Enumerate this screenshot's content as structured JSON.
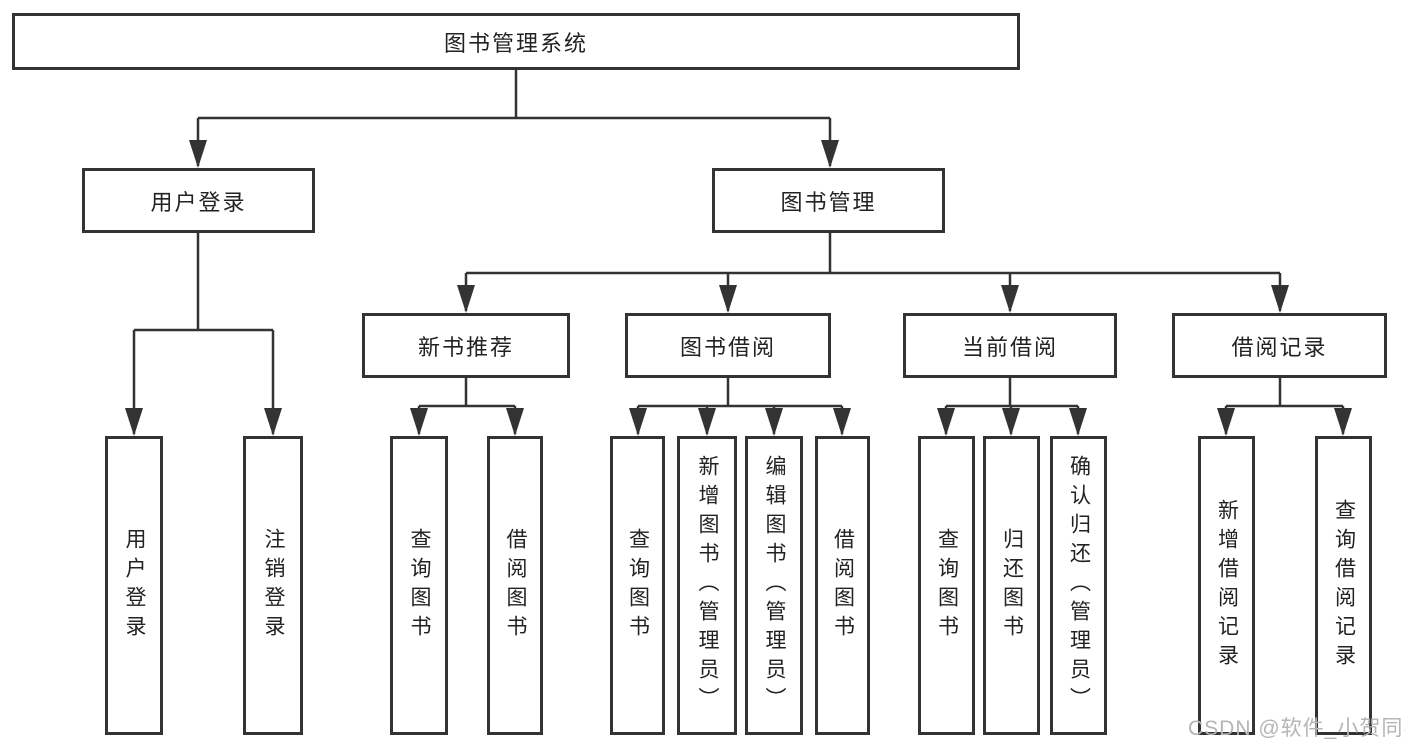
{
  "diagram": {
    "root": {
      "label": "图书管理系统"
    },
    "branches": {
      "user_login": {
        "label": "用户登录",
        "children": [
          {
            "label": "用户登录"
          },
          {
            "label": "注销登录"
          }
        ]
      },
      "book_management": {
        "label": "图书管理",
        "sections": [
          {
            "label": "新书推荐",
            "children": [
              {
                "label": "查询图书"
              },
              {
                "label": "借阅图书"
              }
            ]
          },
          {
            "label": "图书借阅",
            "children": [
              {
                "label": "查询图书"
              },
              {
                "label": "新增图书（管理员）"
              },
              {
                "label": "编辑图书（管理员）"
              },
              {
                "label": "借阅图书"
              }
            ]
          },
          {
            "label": "当前借阅",
            "children": [
              {
                "label": "查询图书"
              },
              {
                "label": "归还图书"
              },
              {
                "label": "确认归还（管理员）"
              }
            ]
          },
          {
            "label": "借阅记录",
            "children": [
              {
                "label": "新增借阅记录"
              },
              {
                "label": "查询借阅记录"
              }
            ]
          }
        ]
      }
    },
    "watermark": "CSDN @软件_小贺同学",
    "colors": {
      "line": "#333333",
      "box_border": "#333333",
      "text": "#222222",
      "watermark": "#b5b5b5",
      "background": "#ffffff"
    }
  }
}
